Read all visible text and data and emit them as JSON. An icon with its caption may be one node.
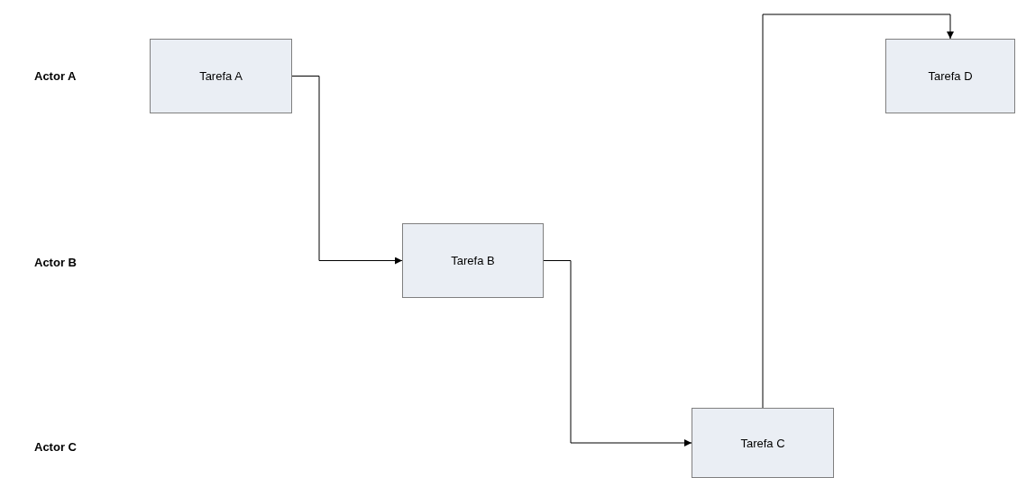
{
  "diagram": {
    "nodes": [
      {
        "text": [
          "Tarefa A"
        ]
      },
      {
        "text": [
          "Tarefa B"
        ]
      },
      {
        "text": [
          "Tarefa C"
        ]
      },
      {
        "text": [
          "Tarefa D"
        ]
      }
    ],
    "edges": [
      {
        "from": 0,
        "to": 1,
        "arrow": "to"
      },
      {
        "from": 1,
        "to": 2,
        "arrow": "to"
      },
      {
        "from": 2,
        "to": 3,
        "arrow": "to"
      }
    ],
    "labels": [
      "Actor A",
      "Actor B",
      "Actor C"
    ]
  }
}
